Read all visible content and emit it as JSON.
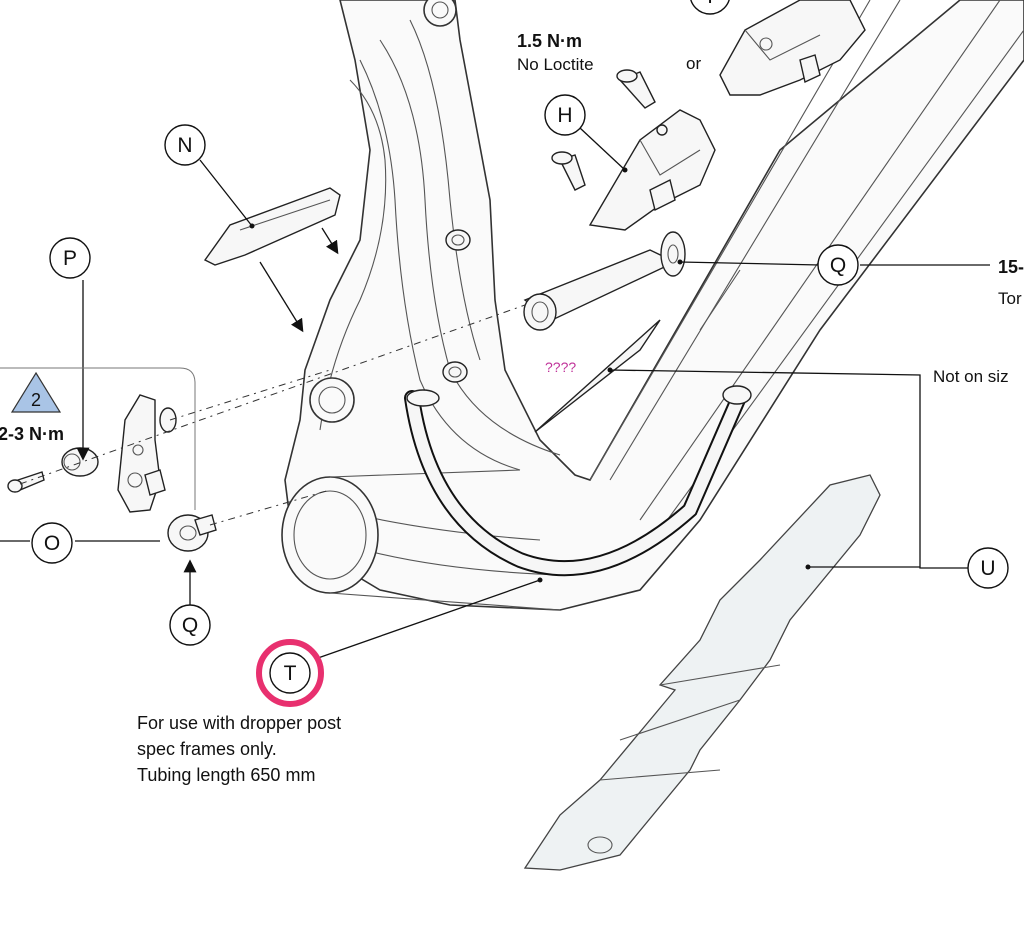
{
  "callouts": {
    "N": "N",
    "H": "H",
    "P": "P",
    "O": "O",
    "Q_top": "Q",
    "Q_bottom": "Q",
    "T": "T",
    "U": "U",
    "top_partial": "I"
  },
  "labels": {
    "torque_h_value": "1.5 N·m",
    "torque_h_note": "No Loctite",
    "or": "or",
    "torque_q_partial": "15-",
    "torque_q_partial_line2": "Tor",
    "torque_p": "2-3 N·m",
    "warning_number": "2",
    "question_marks": "????",
    "not_on_size": "Not on siz",
    "t_note_line1": "For use with dropper post",
    "t_note_line2": "spec frames only.",
    "t_note_line3": "Tubing length 650 mm"
  },
  "colors": {
    "highlight_ring": "#e8306f",
    "warning_triangle": "#a9c4e6",
    "question_marks": "#c0339a",
    "guard_fill": "#eef2f3"
  }
}
